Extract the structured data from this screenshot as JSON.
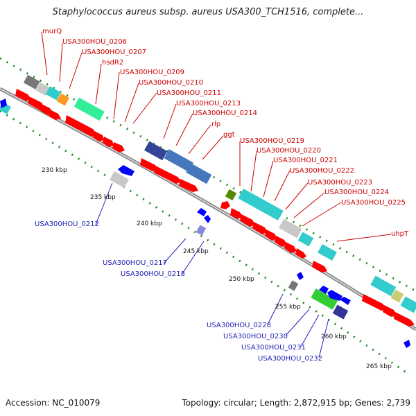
{
  "header": {
    "title": "Staphylococcus aureus subsp. aureus USA300_TCH1516, complete..."
  },
  "footer": {
    "accession": "Accession: NC_010079",
    "stats": "Topology: circular; Length: 2,872,915 bp; Genes: 2,739"
  },
  "colors": {
    "forward_label": "#cc0000",
    "reverse_label": "#1f1fb4",
    "forward_arrow": "#ff0000",
    "reverse_arrow": "#0000ff",
    "cyan_gene": "#33cccc",
    "backbone": "#999999",
    "kbp_dots": "#1e8c1e"
  },
  "kbp_ticks": [
    "230 kbp",
    "235 kbp",
    "240 kbp",
    "245 kbp",
    "250 kbp",
    "255 kbp",
    "260 kbp",
    "265 kbp"
  ],
  "forward_labels": [
    "murQ",
    "USA300HOU_0206",
    "USA300HOU_0207",
    "hsdR2",
    "USA300HOU_0209",
    "USA300HOU_0210",
    "USA300HOU_0211",
    "USA300HOU_0213",
    "USA300HOU_0214",
    "rlp",
    "ggt",
    "USA300HOU_0219",
    "USA300HOU_0220",
    "USA300HOU_0221",
    "USA300HOU_0222",
    "USA300HOU_0223",
    "USA300HOU_0224",
    "USA300HOU_0225",
    "uhpT"
  ],
  "reverse_labels": [
    "USA300HOU_0212",
    "USA300HOU_0217",
    "USA300HOU_0218",
    "USA300HOU_0228",
    "USA300HOU_0230",
    "USA300HOU_0231",
    "USA300HOU_0232"
  ]
}
